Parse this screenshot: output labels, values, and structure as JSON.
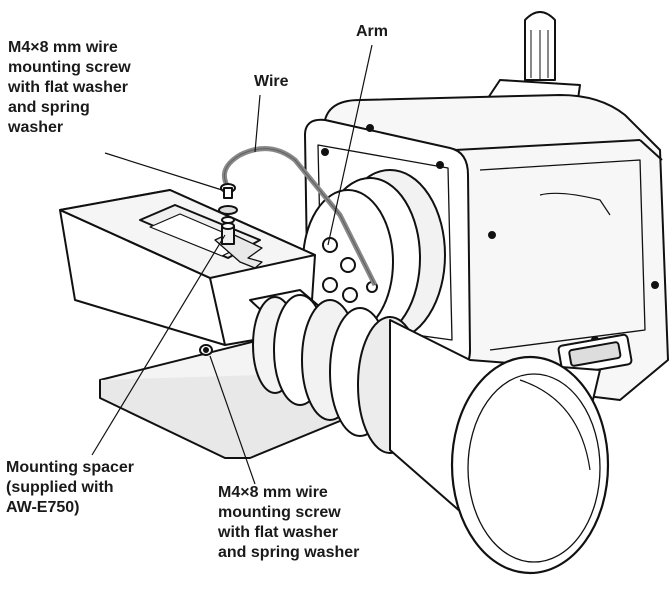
{
  "labels": {
    "top_screw": [
      "M4×8 mm wire",
      "mounting screw",
      "with flat washer",
      "and spring",
      "washer"
    ],
    "wire": "Wire",
    "arm": "Arm",
    "spacer": [
      "Mounting spacer",
      "(supplied with",
      " AW-E750)"
    ],
    "bottom_screw": [
      "M4×8 mm wire",
      "mounting screw",
      "with flat washer",
      "and spring washer"
    ]
  }
}
